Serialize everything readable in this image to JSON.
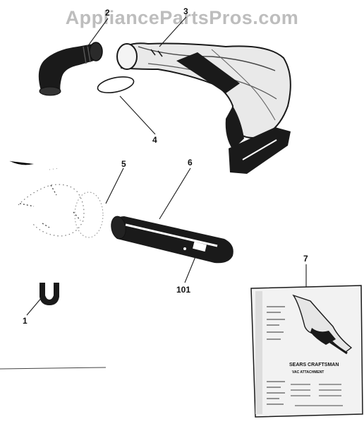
{
  "watermark": "AppliancePartsPros.com",
  "callouts": {
    "part_1": "1",
    "part_2": "2",
    "part_3": "3",
    "part_4": "4",
    "part_5": "5",
    "part_6": "6",
    "part_7": "7",
    "part_101": "101"
  },
  "manual": {
    "brand": "SEARS CRAFTSMAN",
    "subtitle": "VAC ATTACHMENT"
  },
  "colors": {
    "ink": "#1a1a1a",
    "watermark": "#bdbdbd",
    "background": "#ffffff"
  }
}
